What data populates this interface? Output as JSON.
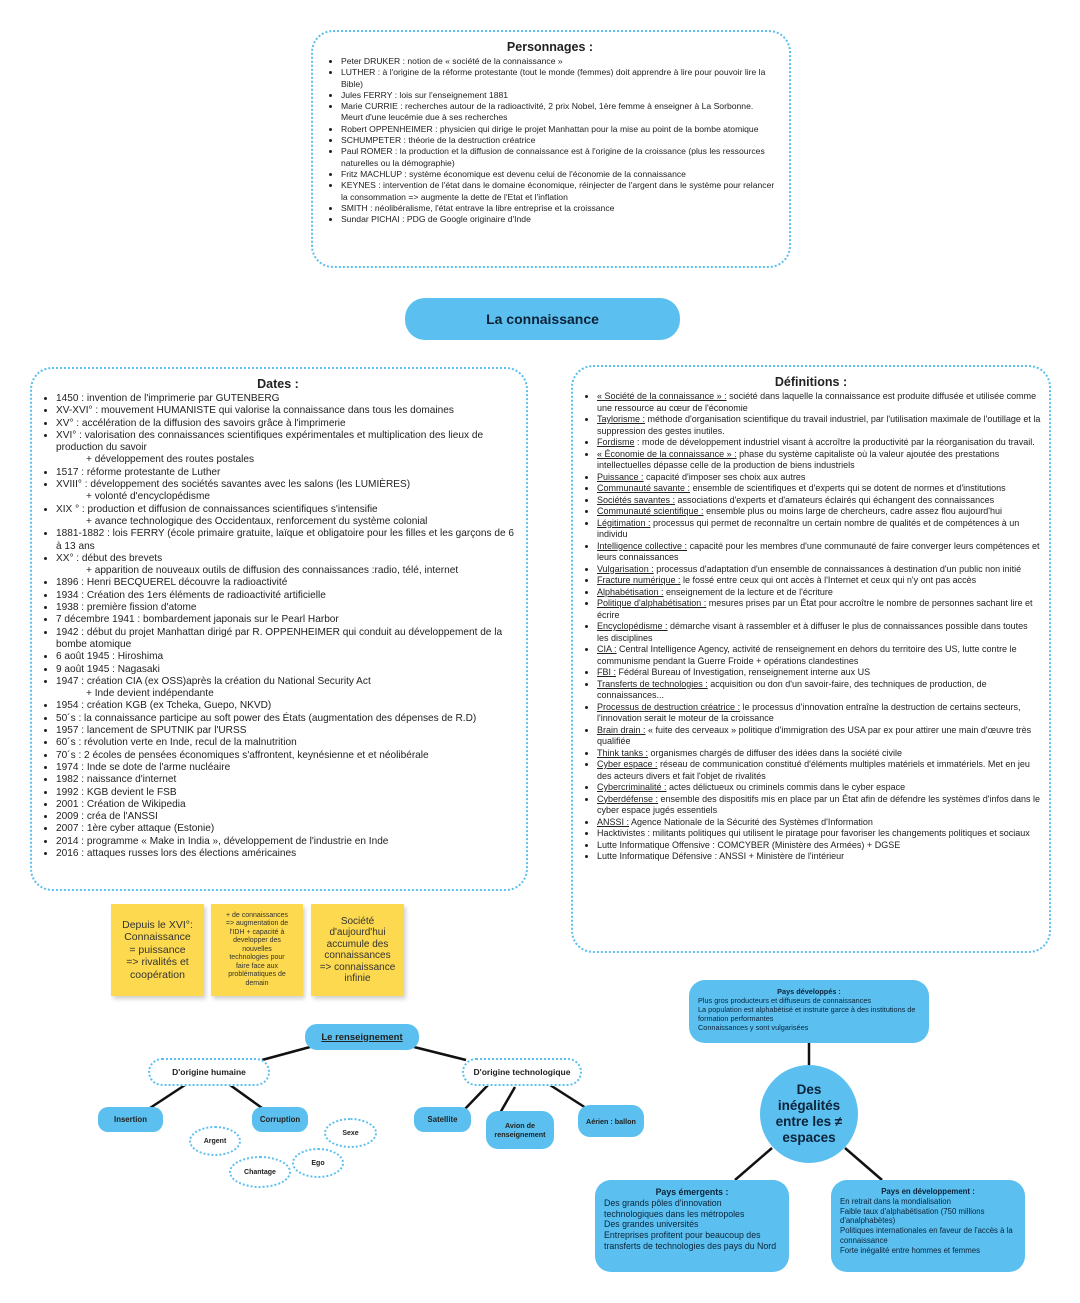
{
  "personnages": {
    "title": "Personnages :",
    "items": [
      "Peter DRUKER : notion de « société de la connaissance »",
      "LUTHER : à l'origine de la réforme protestante (tout le monde (femmes) doit apprendre à lire pour pouvoir lire la Bible)",
      "Jules FERRY : lois sur l'enseignement 1881",
      "Marie CURRIE : recherches autour de la radioactivité, 2 prix Nobel, 1ère femme à enseigner à La Sorbonne. Meurt d'une leucémie due à ses recherches",
      "Robert OPPENHEIMER : physicien qui dirige le projet Manhattan pour la mise au point de la bombe atomique",
      "SCHUMPETER : théorie de la destruction créatrice",
      "Paul ROMER : la production et la diffusion de connaissance est à l'origine de la croissance (plus les ressources naturelles ou la démographie)",
      "Fritz MACHLUP : système économique est devenu celui de l'économie de la connaissance",
      "KEYNES : intervention de l'état dans le domaine économique, réinjecter de l'argent dans le système pour relancer la consommation => augmente la dette de l'Etat et l'inflation",
      "SMITH : néolibéralisme, l'état entrave la libre entreprise et la croissance",
      "Sundar PICHAI : PDG de Google originaire d'Inde"
    ]
  },
  "main_title": "La connaissance",
  "dates": {
    "title": "Dates :",
    "items": [
      {
        "t": "1450 : invention de l'imprimerie par GUTENBERG"
      },
      {
        "t": "XV-XVI° : mouvement HUMANISTE qui valorise la connaissance dans tous les domaines"
      },
      {
        "t": "XV° : accélération de la diffusion des savoirs grâce à l'imprimerie"
      },
      {
        "t": "XVI° : valorisation des connaissances scientifiques expérimentales et multiplication des lieux de production du savoir",
        "sub": "+ développement des routes postales"
      },
      {
        "t": "1517 : réforme protestante de Luther"
      },
      {
        "t": "XVIII° : développement des sociétés savantes avec les salons (les LUMIÈRES)",
        "sub": "+ volonté d'encyclopédisme"
      },
      {
        "t": "XIX ° : production et diffusion de connaissances scientifiques s'intensifie",
        "sub": "+ avance technologique des Occidentaux, renforcement du système colonial"
      },
      {
        "t": "1881-1882 : lois FERRY (école primaire gratuite, laïque et obligatoire pour les filles et les garçons de 6 à 13 ans"
      },
      {
        "t": "XX° : début des brevets",
        "sub": "+ apparition de nouveaux outils de diffusion des connaissances :radio, télé, internet"
      },
      {
        "t": "1896 : Henri BECQUEREL découvre la radioactivité"
      },
      {
        "t": "1934 : Création des 1ers éléments de radioactivité artificielle"
      },
      {
        "t": "1938 : première fission d'atome"
      },
      {
        "t": "7 décembre 1941 : bombardement japonais sur le Pearl Harbor"
      },
      {
        "t": "1942 : début du projet Manhattan dirigé par R. OPPENHEIMER qui conduit au développement de la bombe atomique"
      },
      {
        "t": "6 août 1945 : Hiroshima"
      },
      {
        "t": "9 août 1945 : Nagasaki"
      },
      {
        "t": "1947 : création CIA (ex OSS)après la création du National Security Act",
        "sub": "+ Inde devient indépendante"
      },
      {
        "t": "1954 : création KGB (ex Tcheka, Guepo, NKVD)"
      },
      {
        "t": "50´s : la connaissance participe au soft power des États (augmentation des dépenses de  R.D)"
      },
      {
        "t": "1957 : lancement de SPUTNIK par l'URSS"
      },
      {
        "t": "60´s : révolution verte en Inde, recul de la malnutrition"
      },
      {
        "t": "70´s : 2 écoles de pensées économiques s'affrontent, keynésienne et et néolibérale"
      },
      {
        "t": "1974 : Inde se dote de l'arme nucléaire"
      },
      {
        "t": "1982 : naissance d'internet"
      },
      {
        "t": "1992 : KGB devient le FSB"
      },
      {
        "t": "2001 : Création de Wikipedia"
      },
      {
        "t": "2009 : créa de l'ANSSI"
      },
      {
        "t": "2007 : 1ère cyber attaque (Estonie)"
      },
      {
        "t": "2014 : programme « Make in India », développement de l'industrie en Inde"
      },
      {
        "t": "2016 : attaques russes lors des élections américaines"
      }
    ]
  },
  "definitions": {
    "title": "Définitions :",
    "items": [
      {
        "term": "« Société de la connaissance » :",
        "def": " société dans laquelle la connaissance est produite diffusée et utilisée comme une ressource au cœur de l'économie"
      },
      {
        "term": "Taylorisme :",
        "def": " méthode d'organisation scientifique du travail industriel, par l'utilisation maximale de l'outillage et la suppression des gestes inutiles."
      },
      {
        "term": "Fordisme",
        "def": " : mode de développement industriel visant à accroître la productivité par la réorganisation du travail."
      },
      {
        "term": "« Économie de la connaissance » :",
        "def": " phase du système capitaliste où la valeur ajoutée des prestations intellectuelles dépasse celle de la production de biens industriels"
      },
      {
        "term": "Puissance :",
        "def": " capacité d'imposer ses choix aux autres"
      },
      {
        "term": "Communauté savante :",
        "def": " ensemble de scientifiques et d'experts qui se dotent de normes et d'institutions"
      },
      {
        "term": "Sociétés savantes :",
        "def": " associations d'experts et d'amateurs éclairés qui échangent des connaissances"
      },
      {
        "term": "Communauté scientifique :",
        "def": " ensemble plus ou moins large de chercheurs, cadre assez flou aujourd'hui"
      },
      {
        "term": "Légitimation :",
        "def": " processus qui permet de reconnaître un certain nombre de qualités et de compétences à un individu"
      },
      {
        "term": "Intelligence collective :",
        "def": " capacité pour les membres d'une communauté de faire converger leurs compétences et leurs connaissances"
      },
      {
        "term": "Vulgarisation :",
        "def": " processus d'adaptation d'un ensemble de connaissances à destination d'un public non initié"
      },
      {
        "term": "Fracture numérique :",
        "def": " le fossé entre ceux qui ont accès à l'Internet et ceux qui n'y ont pas accès"
      },
      {
        "term": "Alphabétisation :",
        "def": " enseignement de la lecture et de l'écriture"
      },
      {
        "term": "Politique d'alphabétisation :",
        "def": " mesures prises par un État pour accroître le nombre de personnes sachant lire et écrire"
      },
      {
        "term": "Encyclopédisme :",
        "def": " démarche visant à rassembler et à diffuser le plus de connaissances possible dans toutes les disciplines"
      },
      {
        "term": "CIA :",
        "def": " Central Intelligence Agency, activité de renseignement en dehors du territoire des US, lutte contre le communisme pendant la Guerre Froide + opérations clandestines"
      },
      {
        "term": "FBI :",
        "def": " Fédéral Bureau of Investigation, renseignement interne aux US"
      },
      {
        "term": "Transferts de technologies :",
        "def": " acquisition ou don d'un savoir-faire, des techniques de production, de connaissances..."
      },
      {
        "term": "Processus de destruction créatrice :",
        "def": " le processus d'innovation entraîne la destruction de certains secteurs, l'innovation serait le moteur de la croissance"
      },
      {
        "term": "Brain drain :",
        "def": " « fuite des cerveaux » politique d'immigration des USA par ex pour attirer une main d'œuvre très qualifiée"
      },
      {
        "term": "Think tanks :",
        "def": " organismes chargés de diffuser des idées dans la société civile"
      },
      {
        "term": "Cyber espace :",
        "def": " réseau de communication constitué d'éléments multiples matériels et immatériels. Met en jeu des acteurs divers et fait l'objet de rivalités"
      },
      {
        "term": "Cybercriminalité :",
        "def": " actes délictueux ou criminels commis dans le cyber espace"
      },
      {
        "term": "Cyberdéfense :",
        "def": " ensemble des dispositifs mis en place par un État afin de défendre les systèmes d'infos dans le cyber espace jugés essentiels"
      },
      {
        "term": "ANSSI :",
        "def": " Agence Nationale de la Sécurité des Systèmes d'Information"
      },
      {
        "term": "",
        "def": "Hacktivistes : militants politiques qui utilisent le piratage pour favoriser les changements politiques et sociaux"
      },
      {
        "term": "",
        "def": "Lutte Informatique Offensive : COMCYBER (Ministère des Armées) + DGSE"
      },
      {
        "term": "",
        "def": "Lutte Informatique Défensive : ANSSI + Ministère de l'intérieur"
      }
    ]
  },
  "stickies": {
    "s1": [
      "Depuis le XVI°:",
      "Connaissance",
      "= puissance",
      "=> rivalités et",
      "coopération"
    ],
    "s2": [
      "+ de connaissances",
      "=> augmentation de",
      "l'IDH + capacité à",
      "developper des",
      "nouvelles",
      "technologies pour",
      "faire face aux",
      "problématiques de",
      "demain"
    ],
    "s3": [
      "Société",
      "d'aujourd'hui",
      "accumule des",
      "connaissances",
      "=> connaissance",
      "infinie"
    ]
  },
  "renseignement": {
    "title": "Le renseignement",
    "humaine": "D'origine humaine",
    "techno": "D'origine technologique",
    "insertion": "Insertion",
    "corruption": "Corruption",
    "argent": "Argent",
    "sexe": "Sexe",
    "ego": "Ego",
    "chantage": "Chantage",
    "satellite": "Satellite",
    "avion": "Avion de renseignement",
    "aerien": "Aérien : ballon"
  },
  "inegalites": {
    "center": [
      "Des",
      "inégalités",
      "entre les ≠",
      "espaces"
    ],
    "developpes": {
      "title": "Pays développés :",
      "lines": [
        "Plus gros producteurs et diffuseurs de connaissances",
        "La population est alphabétisé et instruite garce à des institutions de formation performantes",
        "Connaissances y sont vulgarisées"
      ]
    },
    "emergents": {
      "title": "Pays émergents :",
      "lines": [
        "Des grands pôles d'innovation technologiques dans les métropoles",
        "Des grandes universités",
        "Entreprises profitent pour beaucoup des transferts de technologies des pays du Nord"
      ]
    },
    "developpement": {
      "title": "Pays en développement :",
      "lines": [
        "En retrait dans la mondialisation",
        "Faible taux d'alphabétisation (750 millions d'analphabètes)",
        "Politiques internationales en faveur de l'accès à la connaissance",
        "Forte inégalité entre hommes et femmes"
      ]
    }
  }
}
